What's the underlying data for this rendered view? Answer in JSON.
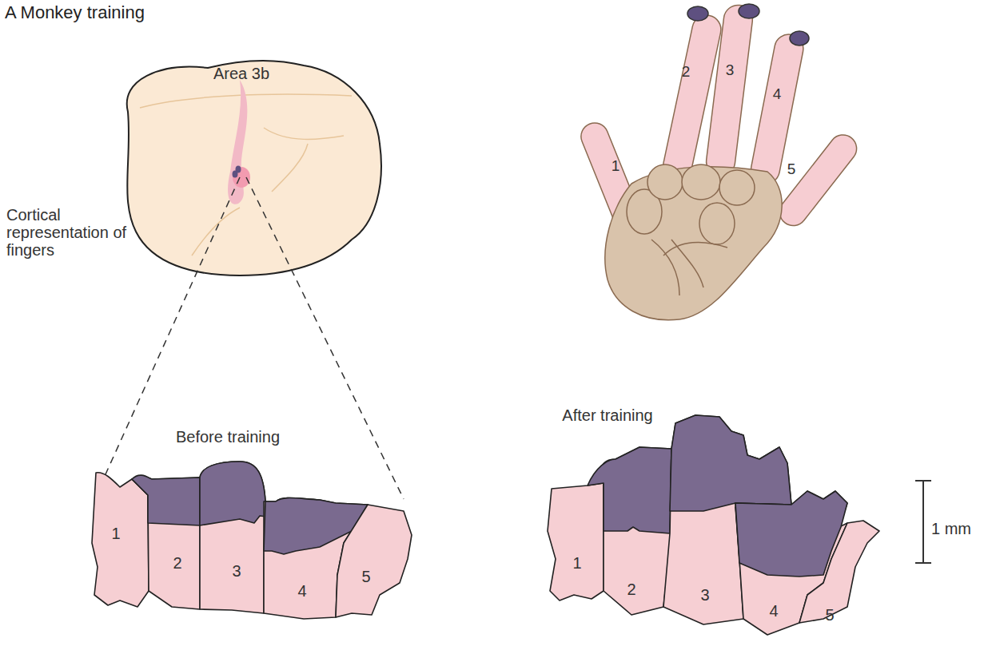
{
  "diagram": {
    "title": "A Monkey training",
    "labels": [
      "Area 3b",
      "Cortical representation of fingers",
      "1",
      "2",
      "3",
      "4",
      "5",
      "Before training",
      "1",
      "2",
      "3",
      "4",
      "5",
      "After training",
      "1",
      "2",
      "3",
      "4",
      "5",
      "1 mm"
    ]
  }
}
